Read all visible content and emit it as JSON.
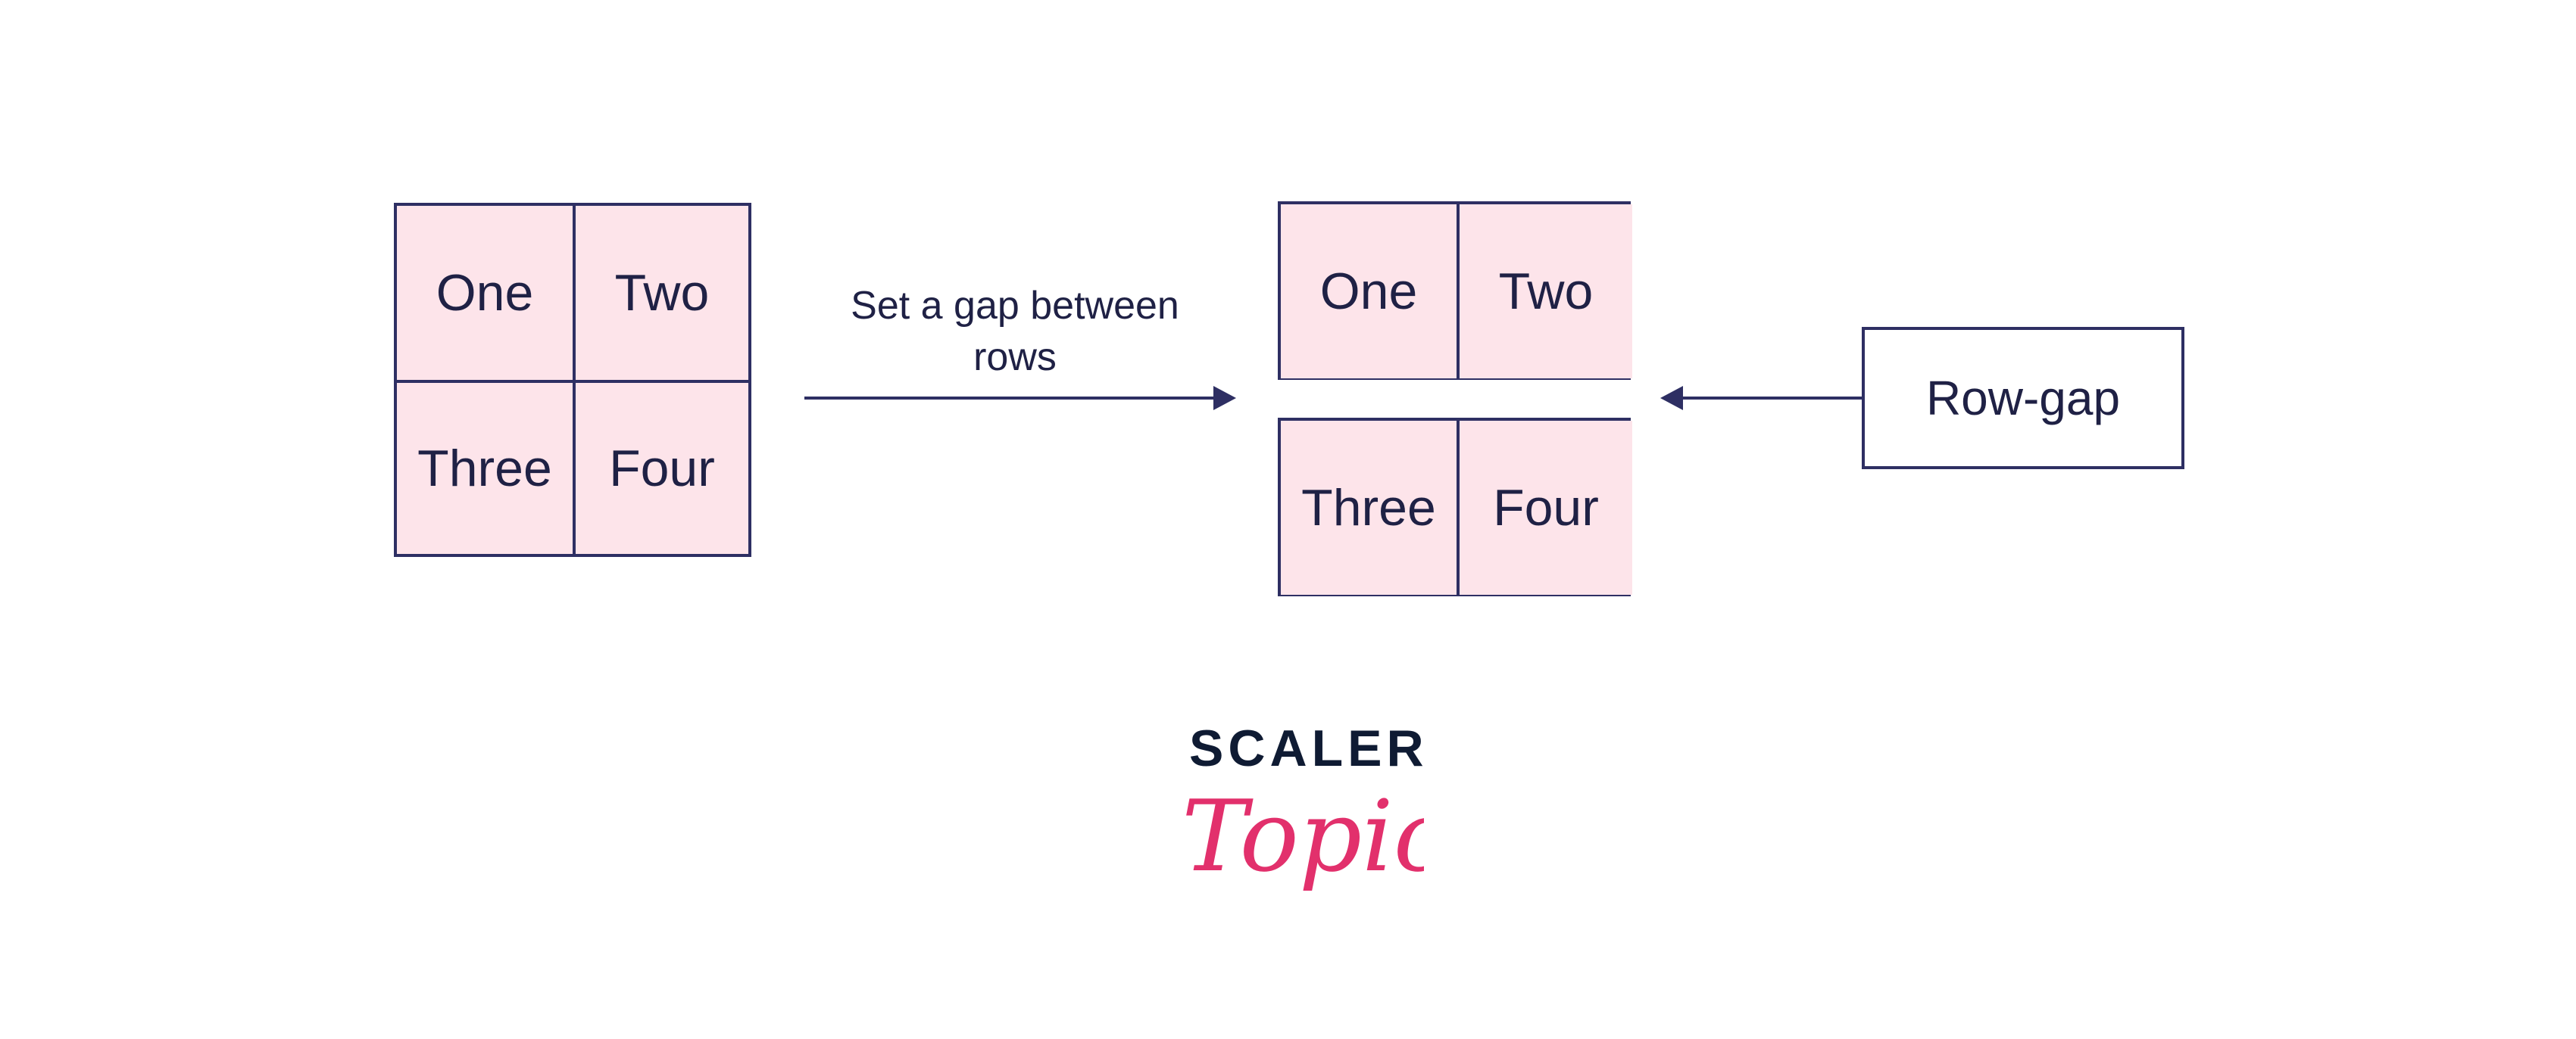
{
  "before_grid": {
    "cells": [
      "One",
      "Two",
      "Three",
      "Four"
    ]
  },
  "arrow_label": {
    "line1": "Set a gap between",
    "line2": "rows"
  },
  "after_grid": {
    "top_row": [
      "One",
      "Two"
    ],
    "bottom_row": [
      "Three",
      "Four"
    ]
  },
  "row_gap_box": {
    "label": "Row-gap"
  },
  "logo": {
    "wordmark": "SCALER",
    "script": "Topics",
    "colors": {
      "wordmark": "#0f1b33",
      "script": "#e2306c"
    }
  },
  "colors": {
    "cell_fill": "#fde4ea",
    "border": "#2e2f63",
    "text": "#1f2145"
  }
}
